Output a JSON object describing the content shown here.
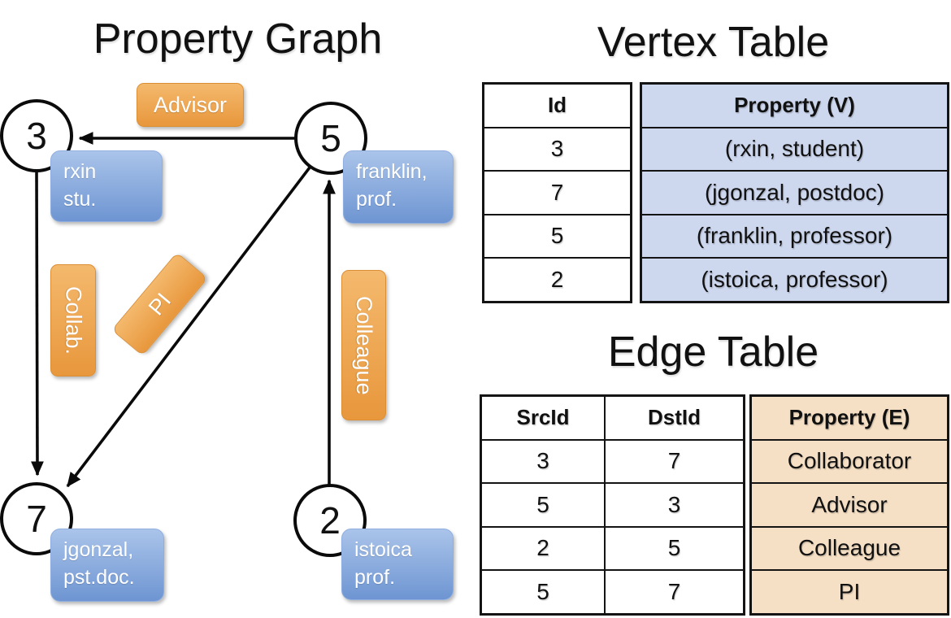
{
  "graph": {
    "title": "Property Graph",
    "nodes": {
      "n3": {
        "id": "3"
      },
      "n5": {
        "id": "5"
      },
      "n7": {
        "id": "7"
      },
      "n2": {
        "id": "2"
      }
    },
    "vertex_boxes": {
      "rxin": {
        "line1": "rxin",
        "line2": "stu."
      },
      "franklin": {
        "line1": "franklin,",
        "line2": "prof."
      },
      "jgonzal": {
        "line1": "jgonzal,",
        "line2": "pst.doc."
      },
      "istoica": {
        "line1": "istoica",
        "line2": "prof."
      }
    },
    "edge_labels": {
      "advisor": "Advisor",
      "collab": "Collab.",
      "pi": "PI",
      "colleague": "Colleague"
    }
  },
  "vertex_table": {
    "title": "Vertex Table",
    "columns": [
      "Id",
      "Property (V)"
    ],
    "rows": [
      [
        "3",
        "(rxin, student)"
      ],
      [
        "7",
        "(jgonzal, postdoc)"
      ],
      [
        "5",
        "(franklin, professor)"
      ],
      [
        "2",
        "(istoica, professor)"
      ]
    ]
  },
  "edge_table": {
    "title": "Edge Table",
    "columns": [
      "SrcId",
      "DstId",
      "Property (E)"
    ],
    "rows": [
      [
        "3",
        "7",
        "Collaborator"
      ],
      [
        "5",
        "3",
        "Advisor"
      ],
      [
        "2",
        "5",
        "Colleague"
      ],
      [
        "5",
        "7",
        "PI"
      ]
    ]
  },
  "colors": {
    "edge_label_bg": "#efa64f",
    "vertex_box_bg": "#84a7db",
    "vertex_table_property_bg": "#cdd7ee",
    "edge_table_property_bg": "#f6e0c5",
    "line": "#000000"
  }
}
